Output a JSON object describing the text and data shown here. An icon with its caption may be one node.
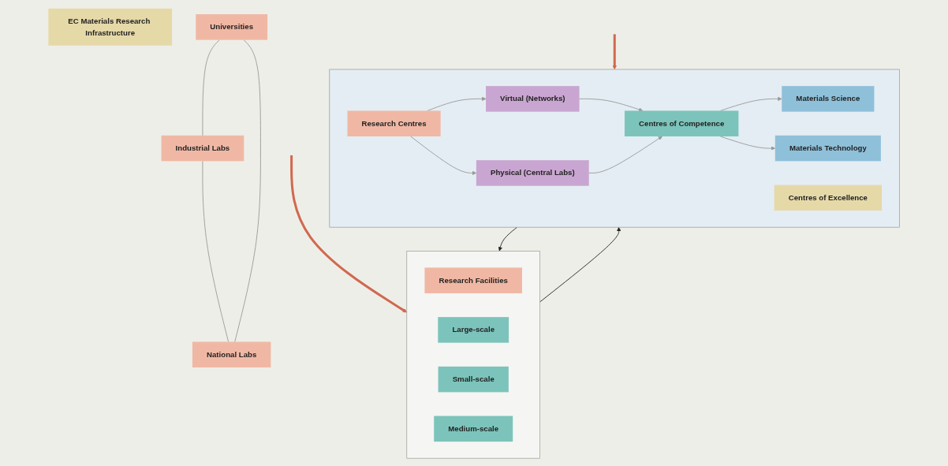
{
  "diagram": {
    "nodes": [
      {
        "text": [
          "EC Materials Research Infrastructure"
        ]
      },
      {
        "text": [],
        "shape": "box"
      },
      {
        "text": [
          "Research Facilities"
        ],
        "in": 1
      },
      {
        "text": [
          "Large-scale"
        ],
        "in": 1
      },
      {
        "text": [
          "Small-scale"
        ],
        "in": 1
      },
      {
        "text": [
          "Medium-scale"
        ],
        "in": 1
      },
      {
        "text": [
          "Universities"
        ]
      },
      {
        "text": [
          "Industrial Labs"
        ]
      },
      {
        "text": [
          "National Labs"
        ]
      },
      {
        "text": [],
        "shape": "box"
      },
      {
        "text": [
          "Research Centres"
        ],
        "in": 9
      },
      {
        "text": [
          "Virtual (Networks)"
        ],
        "in": 9
      },
      {
        "text": [
          "Physical (Central Labs)"
        ],
        "in": 9
      },
      {
        "text": [
          "Centres of Excellence"
        ],
        "in": 9
      },
      {
        "text": [
          "Centres of Competence"
        ],
        "in": 9
      },
      {
        "text": [
          "Materials Science"
        ],
        "in": 9
      },
      {
        "text": [
          "Materials Technology"
        ],
        "in": 9
      }
    ],
    "edges": [
      {
        "from": 1,
        "to": 9,
        "arrow": "to",
        "color": "#222222"
      },
      {
        "from": 9,
        "to": 1,
        "arrow": "to",
        "color": "#222222"
      },
      {
        "from": 10,
        "to": 11,
        "arrow": "to"
      },
      {
        "from": 10,
        "to": 12,
        "arrow": "to"
      },
      {
        "from": 11,
        "to": 14,
        "arrow": "to"
      },
      {
        "from": 12,
        "to": 14,
        "arrow": "to"
      },
      {
        "from": 14,
        "to": 15,
        "arrow": "to"
      },
      {
        "from": 14,
        "to": 16,
        "arrow": "to"
      },
      {
        "from": 6,
        "to": 7,
        "arrow": "none"
      },
      {
        "from": 6,
        "to": 8,
        "arrow": "none"
      },
      {
        "from": 7,
        "to": 8,
        "arrow": "none"
      },
      {
        "from": null,
        "to": 1,
        "arrow": "to",
        "style": "thick",
        "color": "#d0694f"
      },
      {
        "from": null,
        "to": 9,
        "arrow": "to",
        "style": "thick",
        "color": "#d0694f"
      }
    ]
  }
}
